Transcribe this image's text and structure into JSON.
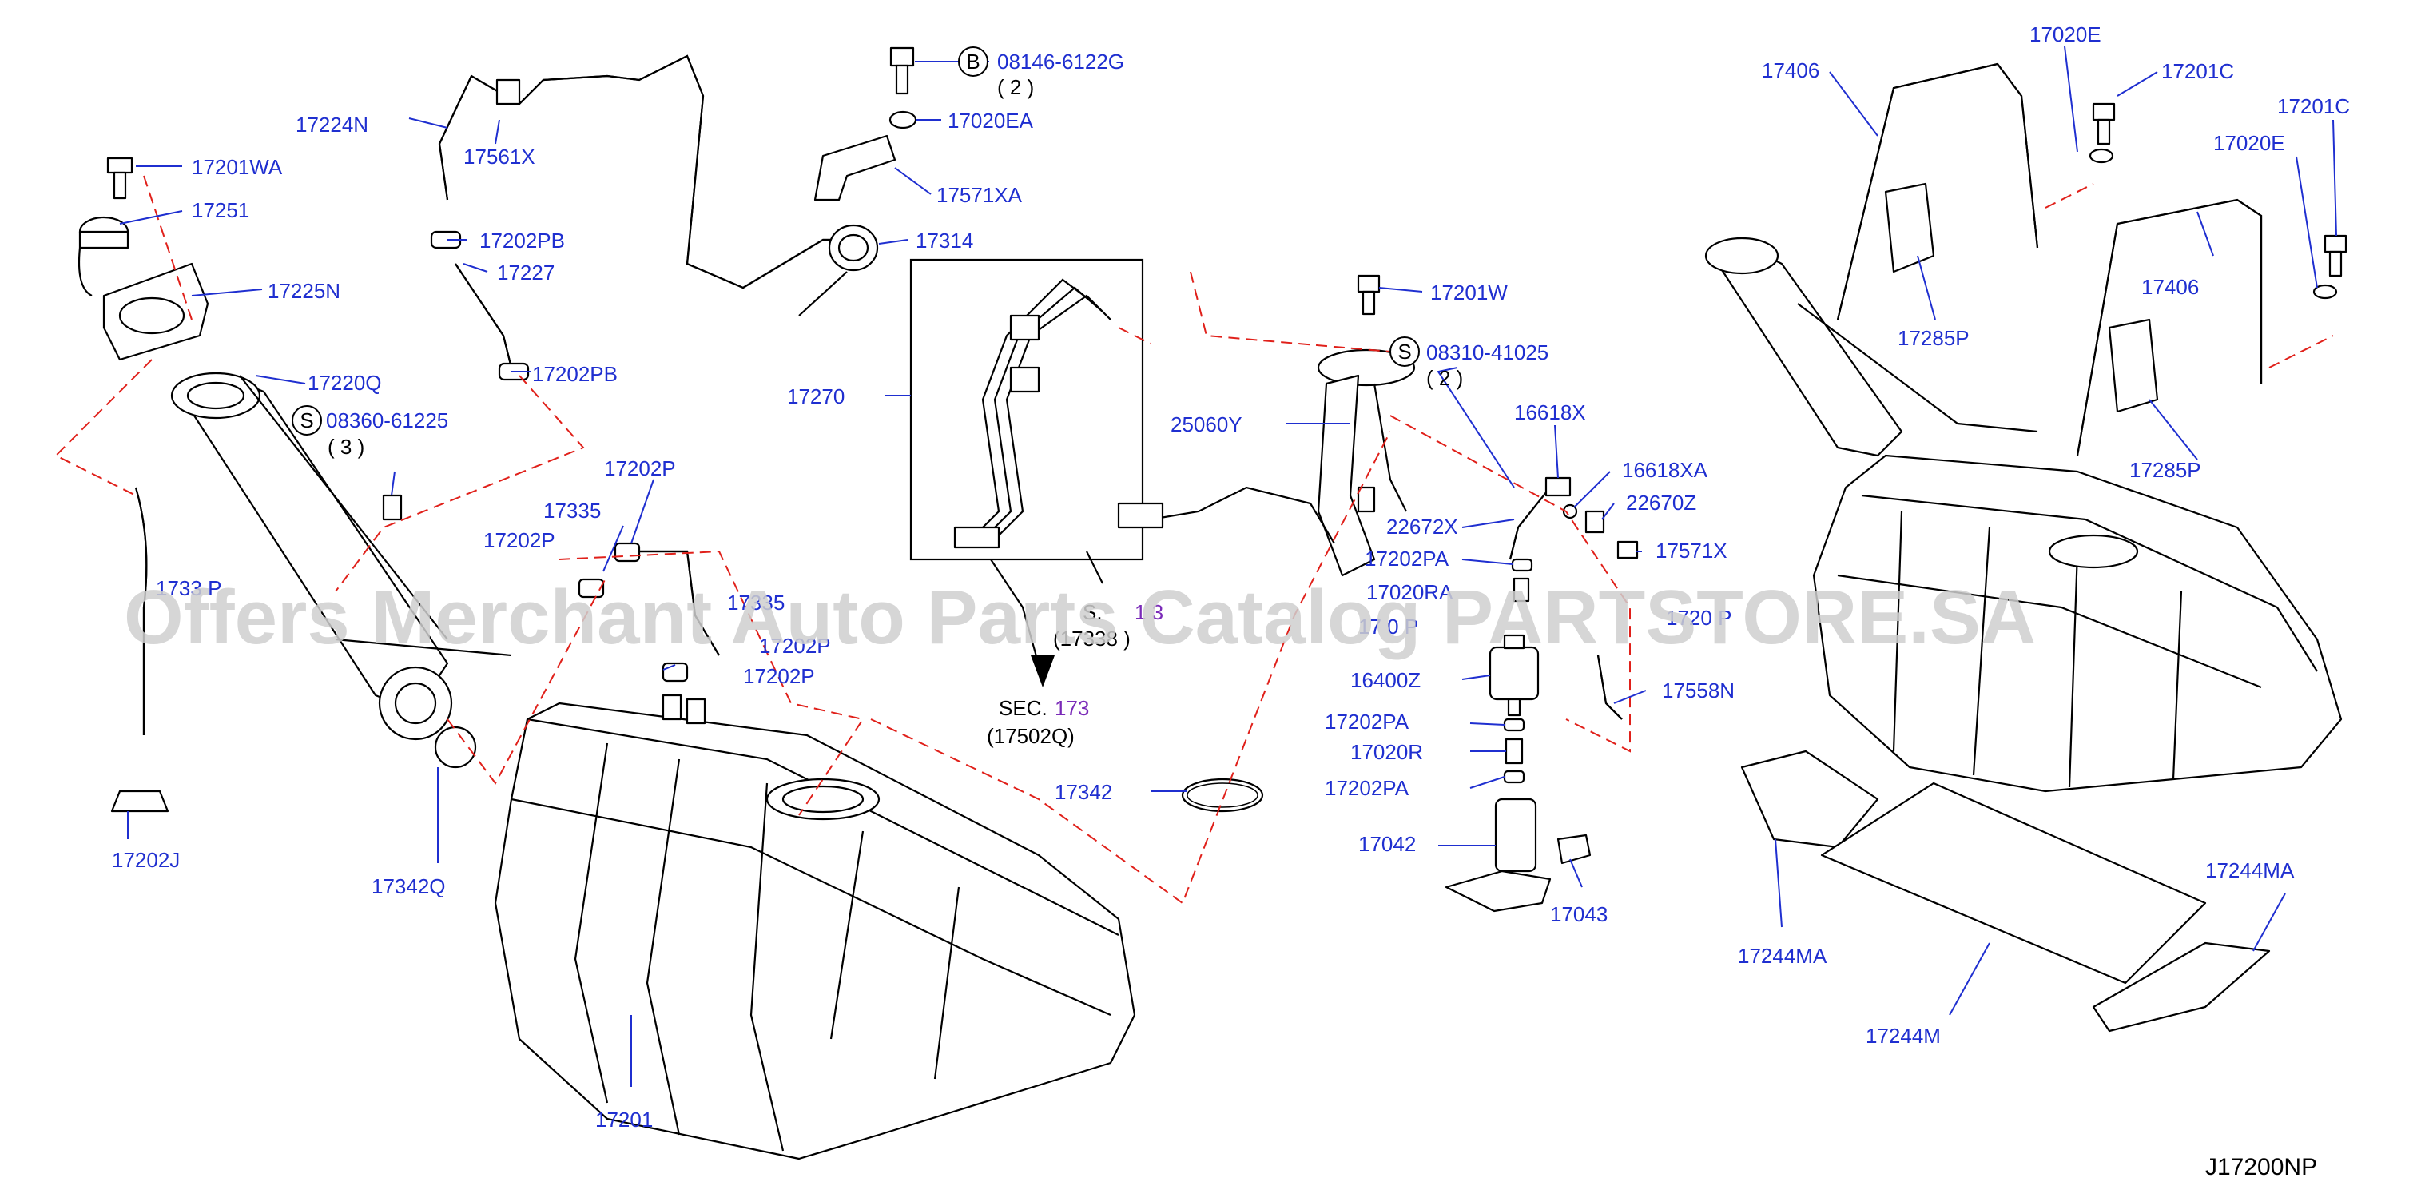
{
  "diagram_code": "J17200NP",
  "watermark": "Offers Merchant Auto Parts Catalog PARTSTORE.SA",
  "callouts": [
    {
      "id": "l_17224N",
      "text": "17224N"
    },
    {
      "id": "l_17561X",
      "text": "17561X"
    },
    {
      "id": "l_17201WA",
      "text": "17201WA"
    },
    {
      "id": "l_17251",
      "text": "17251"
    },
    {
      "id": "l_17225N",
      "text": "17225N"
    },
    {
      "id": "l_17220Q",
      "text": "17220Q"
    },
    {
      "id": "l_08360",
      "text": "08360-61225"
    },
    {
      "id": "l_08360q",
      "text": "( 3 )"
    },
    {
      "id": "l_17202PB_a",
      "text": "17202PB"
    },
    {
      "id": "l_17227",
      "text": "17227"
    },
    {
      "id": "l_17202PB_b",
      "text": "17202PB"
    },
    {
      "id": "l_08146",
      "text": "08146-6122G"
    },
    {
      "id": "l_08146q",
      "text": "( 2 )"
    },
    {
      "id": "l_17020EA",
      "text": "17020EA"
    },
    {
      "id": "l_17571XA",
      "text": "17571XA"
    },
    {
      "id": "l_17314",
      "text": "17314"
    },
    {
      "id": "l_17270",
      "text": "17270"
    },
    {
      "id": "l_17202P_a",
      "text": "17202P"
    },
    {
      "id": "l_17335_a",
      "text": "17335"
    },
    {
      "id": "l_17202P_b",
      "text": "17202P"
    },
    {
      "id": "l_17335_b",
      "text": "17335"
    },
    {
      "id": "l_17202P_c",
      "text": "17202P"
    },
    {
      "id": "l_17202P_d",
      "text": "17202P"
    },
    {
      "id": "l_1733P",
      "text": "1733 P"
    },
    {
      "id": "l_17202J",
      "text": "17202J"
    },
    {
      "id": "l_17342Q",
      "text": "17342Q"
    },
    {
      "id": "l_17201",
      "text": "17201"
    },
    {
      "id": "l_17342",
      "text": "17342"
    },
    {
      "id": "l_sec1",
      "text": "SEC."
    },
    {
      "id": "l_sec1n",
      "text": "173"
    },
    {
      "id": "l_sec1p",
      "text": "(17502Q)"
    },
    {
      "id": "l_sec2",
      "text": "S."
    },
    {
      "id": "l_sec2n",
      "text": "1 3"
    },
    {
      "id": "l_sec2p",
      "text": "(17338 )"
    },
    {
      "id": "l_17201W",
      "text": "17201W"
    },
    {
      "id": "l_08310",
      "text": "08310-41025"
    },
    {
      "id": "l_08310q",
      "text": "( 2 )"
    },
    {
      "id": "l_25060Y",
      "text": "25060Y"
    },
    {
      "id": "l_16618X",
      "text": "16618X"
    },
    {
      "id": "l_16618XA",
      "text": "16618XA"
    },
    {
      "id": "l_22672X",
      "text": "22672X"
    },
    {
      "id": "l_22670Z",
      "text": "22670Z"
    },
    {
      "id": "l_17202PA_a",
      "text": "17202PA"
    },
    {
      "id": "l_17571X",
      "text": "17571X"
    },
    {
      "id": "l_17020RA",
      "text": "17020RA"
    },
    {
      "id": "l_1720P",
      "text": "17 0 P"
    },
    {
      "id": "l_1720Pb",
      "text": "1720 P"
    },
    {
      "id": "l_16400Z",
      "text": "16400Z"
    },
    {
      "id": "l_17558N",
      "text": "17558N"
    },
    {
      "id": "l_17202PA_b",
      "text": "17202PA"
    },
    {
      "id": "l_17020R",
      "text": "17020R"
    },
    {
      "id": "l_17202PA_c",
      "text": "17202PA"
    },
    {
      "id": "l_17042",
      "text": "17042"
    },
    {
      "id": "l_17043",
      "text": "17043"
    },
    {
      "id": "l_17406_a",
      "text": "17406"
    },
    {
      "id": "l_17020E_a",
      "text": "17020E"
    },
    {
      "id": "l_17201C_a",
      "text": "17201C"
    },
    {
      "id": "l_17201C_b",
      "text": "17201C"
    },
    {
      "id": "l_17020E_b",
      "text": "17020E"
    },
    {
      "id": "l_17406_b",
      "text": "17406"
    },
    {
      "id": "l_17285P_a",
      "text": "17285P"
    },
    {
      "id": "l_17285P_b",
      "text": "17285P"
    },
    {
      "id": "l_17244MA_a",
      "text": "17244MA"
    },
    {
      "id": "l_17244MA_b",
      "text": "17244MA"
    },
    {
      "id": "l_17244M",
      "text": "17244M"
    }
  ],
  "symbols": {
    "B": "B",
    "S1": "S",
    "S2": "S"
  }
}
